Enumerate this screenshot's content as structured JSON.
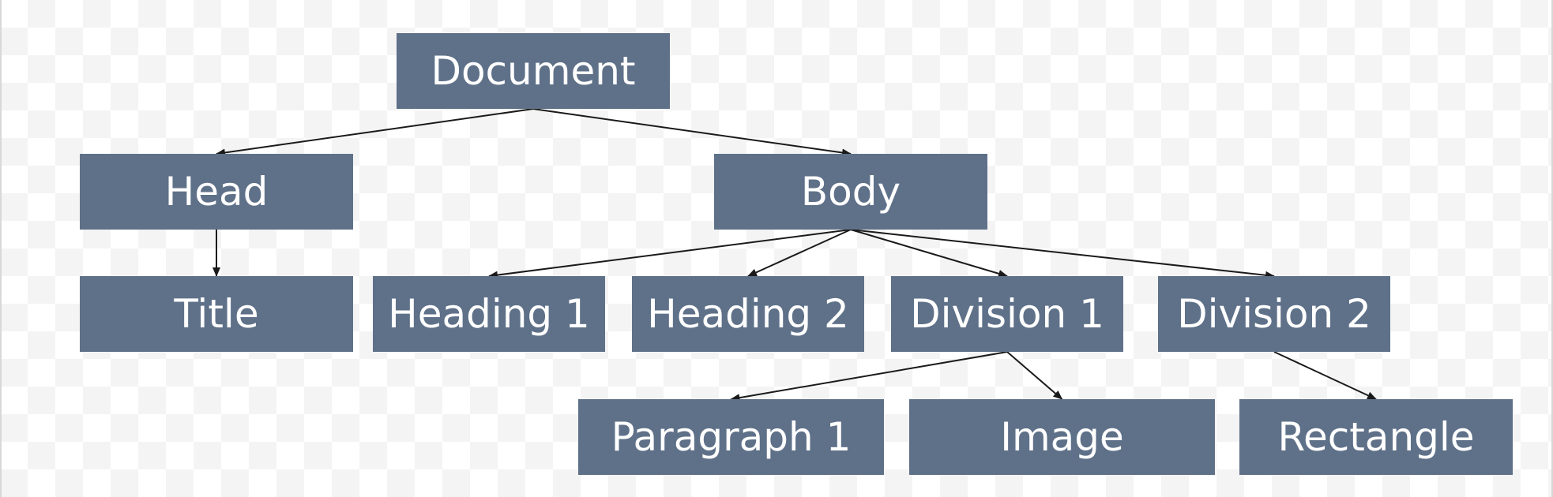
{
  "diagram": {
    "nodes": {
      "document": "Document",
      "head": "Head",
      "body": "Body",
      "title": "Title",
      "heading1": "Heading 1",
      "heading2": "Heading 2",
      "division1": "Division 1",
      "division2": "Division 2",
      "paragraph1": "Paragraph 1",
      "image": "Image",
      "rectangle": "Rectangle"
    },
    "edges": [
      [
        "document",
        "head"
      ],
      [
        "document",
        "body"
      ],
      [
        "head",
        "title"
      ],
      [
        "body",
        "heading1"
      ],
      [
        "body",
        "heading2"
      ],
      [
        "body",
        "division1"
      ],
      [
        "body",
        "division2"
      ],
      [
        "division1",
        "paragraph1"
      ],
      [
        "division1",
        "image"
      ],
      [
        "division2",
        "rectangle"
      ]
    ]
  },
  "colors": {
    "node_fill": "#5f7189",
    "node_text": "#ffffff",
    "edge": "#1a1a1a"
  }
}
